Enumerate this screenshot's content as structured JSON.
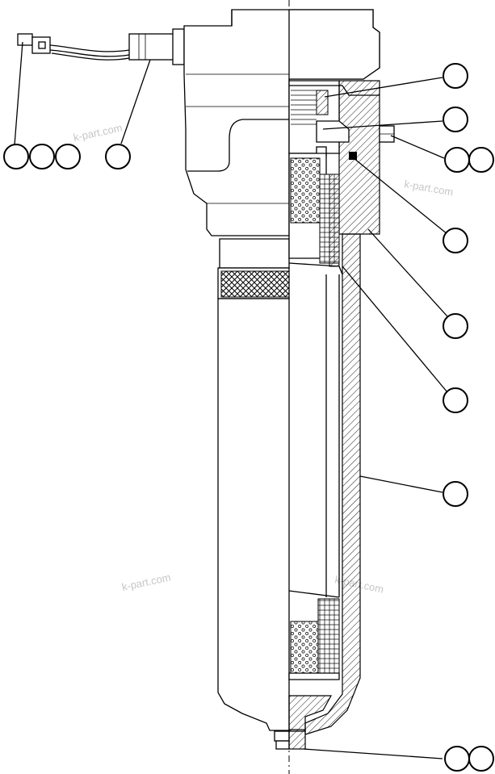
{
  "figure": {
    "watermarks": [
      "k-part.com",
      "k-part.com",
      "k-part.com",
      "k-part.com"
    ],
    "callout_groups": [
      {
        "id": "cable-connector",
        "count": 3
      },
      {
        "id": "indicator-switch",
        "count": 1
      },
      {
        "id": "bypass-spring",
        "count": 1
      },
      {
        "id": "bypass-valve",
        "count": 1
      },
      {
        "id": "head-plug",
        "count": 2
      },
      {
        "id": "o-ring",
        "count": 1
      },
      {
        "id": "head-housing",
        "count": 1
      },
      {
        "id": "filter-element",
        "count": 1
      },
      {
        "id": "bowl",
        "count": 1
      },
      {
        "id": "drain-plug",
        "count": 2
      }
    ]
  }
}
